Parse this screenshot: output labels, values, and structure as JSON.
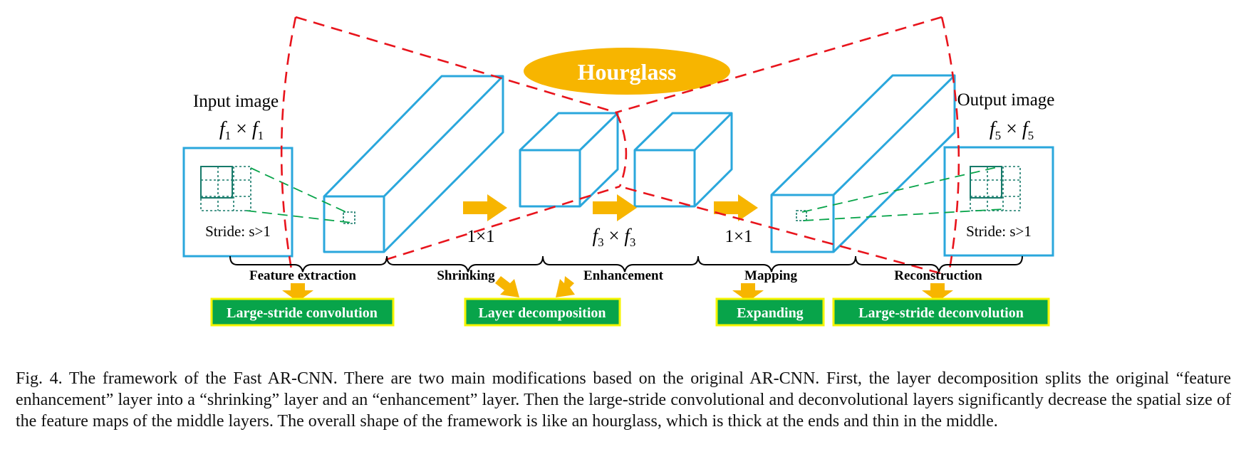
{
  "diagram": {
    "hourglass_label": "Hourglass",
    "input": {
      "title": "Input image",
      "size_var": "f",
      "size_sub": "1",
      "stride": "Stride: s>1"
    },
    "output": {
      "title": "Output image",
      "size_var": "f",
      "size_sub": "5",
      "stride": "Stride: s>1"
    },
    "kernel_labels": {
      "shrink": "1×1",
      "enhance_var": "f",
      "enhance_sub": "3",
      "map": "1×1"
    },
    "stages": {
      "feature_extraction": "Feature extraction",
      "shrinking": "Shrinking",
      "enhancement": "Enhancement",
      "mapping": "Mapping",
      "reconstruction": "Reconstruction"
    },
    "modifications": {
      "large_stride_conv": "Large-stride convolution",
      "layer_decomposition": "Layer decomposition",
      "expanding": "Expanding",
      "large_stride_deconv": "Large-stride deconvolution"
    },
    "colors": {
      "layer_outline": "#2aa7dc",
      "hourglass_dash": "#e8141c",
      "arrow": "#f7b500",
      "green_box": "#08a44a",
      "green_box_border": "#f4f400",
      "grid": "#177a6a"
    }
  },
  "caption": "Fig. 4.  The framework of the Fast AR-CNN. There are two main modifications based on the original AR-CNN. First, the layer decomposition splits the original “feature enhancement” layer into a “shrinking” layer and an “enhancement” layer. Then the large-stride convolutional and deconvolutional layers significantly decrease the spatial size of the feature maps of the middle layers. The overall shape of the framework is like an hourglass, which is thick at the ends and thin in the middle."
}
